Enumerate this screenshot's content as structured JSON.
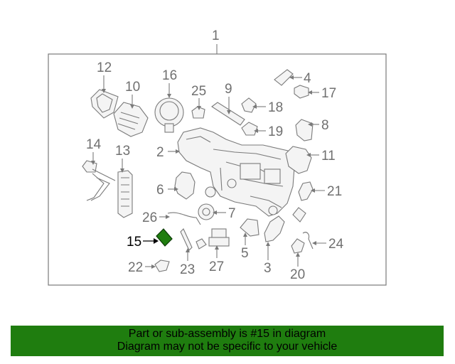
{
  "diagram": {
    "assembly_label": "1",
    "highlight_color": "#1f7d0f",
    "callouts": [
      {
        "id": "p2",
        "text": "2"
      },
      {
        "id": "p3",
        "text": "3"
      },
      {
        "id": "p4",
        "text": "4"
      },
      {
        "id": "p5",
        "text": "5"
      },
      {
        "id": "p6",
        "text": "6"
      },
      {
        "id": "p7",
        "text": "7"
      },
      {
        "id": "p8",
        "text": "8"
      },
      {
        "id": "p9",
        "text": "9"
      },
      {
        "id": "p10",
        "text": "10"
      },
      {
        "id": "p11",
        "text": "11"
      },
      {
        "id": "p12",
        "text": "12"
      },
      {
        "id": "p13",
        "text": "13"
      },
      {
        "id": "p14",
        "text": "14"
      },
      {
        "id": "p15",
        "text": "15",
        "highlighted": true
      },
      {
        "id": "p16",
        "text": "16"
      },
      {
        "id": "p17",
        "text": "17"
      },
      {
        "id": "p18",
        "text": "18"
      },
      {
        "id": "p19",
        "text": "19"
      },
      {
        "id": "p20",
        "text": "20"
      },
      {
        "id": "p21",
        "text": "21"
      },
      {
        "id": "p22",
        "text": "22"
      },
      {
        "id": "p23",
        "text": "23"
      },
      {
        "id": "p24",
        "text": "24"
      },
      {
        "id": "p25",
        "text": "25"
      },
      {
        "id": "p26",
        "text": "26"
      },
      {
        "id": "p27",
        "text": "27"
      }
    ]
  },
  "banner": {
    "line1": "Part or sub-assembly is #15 in diagram",
    "line2": "Diagram may not be specific to your vehicle",
    "background": "#1f7d0f"
  }
}
